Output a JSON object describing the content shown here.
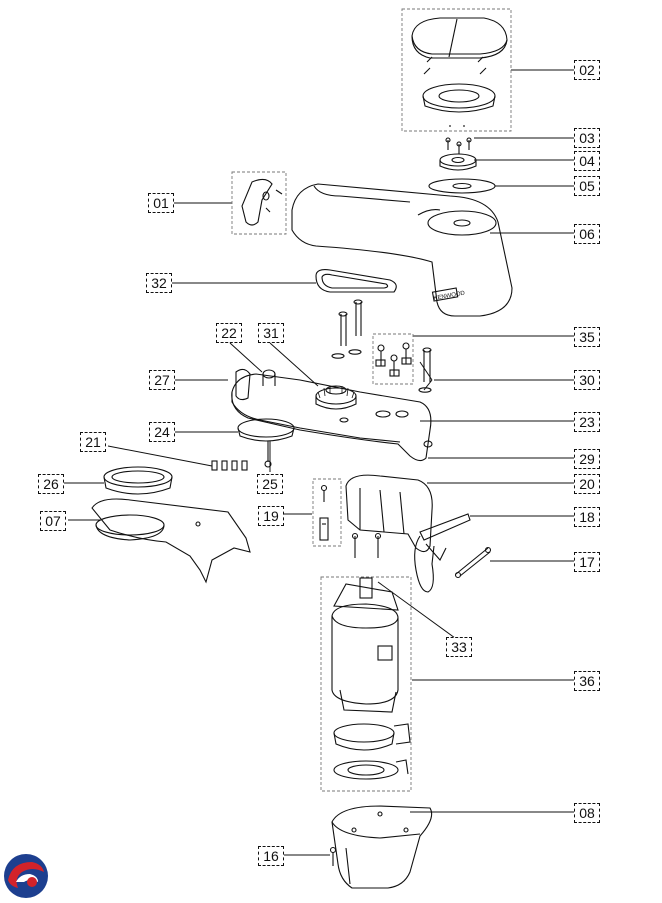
{
  "diagram": {
    "brand_mark": "KENWOOD",
    "callouts": {
      "c01": "01",
      "c02": "02",
      "c03": "03",
      "c04": "04",
      "c05": "05",
      "c06": "06",
      "c07": "07",
      "c08": "08",
      "c16": "16",
      "c17": "17",
      "c18": "18",
      "c19": "19",
      "c20": "20",
      "c21": "21",
      "c22": "22",
      "c23": "23",
      "c24": "24",
      "c25": "25",
      "c26": "26",
      "c27": "27",
      "c29": "29",
      "c30": "30",
      "c31": "31",
      "c32": "32",
      "c33": "33",
      "c35": "35",
      "c36": "36"
    }
  },
  "colors": {
    "line": "#111111",
    "logo_red": "#d2232a",
    "logo_blue": "#1d3f8f"
  }
}
